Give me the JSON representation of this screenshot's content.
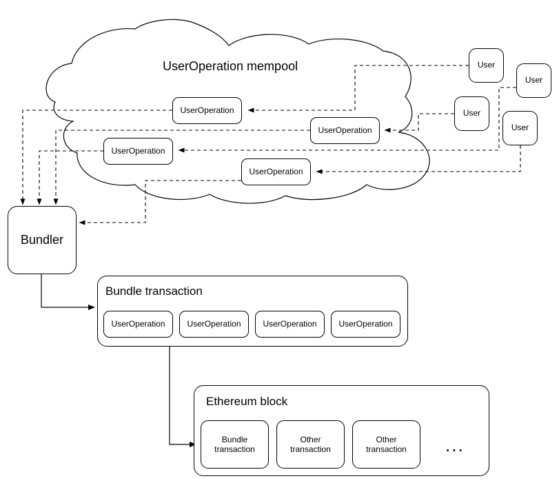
{
  "diagram": {
    "title": "UserOperation mempool",
    "mempool": {
      "label": "UserOperation mempool",
      "operations": [
        {
          "label": "UserOperation"
        },
        {
          "label": "UserOperation"
        },
        {
          "label": "UserOperation"
        },
        {
          "label": "UserOperation"
        }
      ]
    },
    "users": [
      {
        "label": "User"
      },
      {
        "label": "User"
      },
      {
        "label": "User"
      },
      {
        "label": "User"
      }
    ],
    "bundler": {
      "label": "Bundler"
    },
    "bundle_transaction": {
      "title": "Bundle transaction",
      "operations": [
        {
          "label": "UserOperation"
        },
        {
          "label": "UserOperation"
        },
        {
          "label": "UserOperation"
        },
        {
          "label": "UserOperation"
        }
      ]
    },
    "ethereum_block": {
      "title": "Ethereum block",
      "transactions": [
        {
          "label": "Bundle\ntransaction",
          "line1": "Bundle",
          "line2": "transaction"
        },
        {
          "label": "Other\ntransaction",
          "line1": "Other",
          "line2": "transaction"
        },
        {
          "label": "Other\ntransaction",
          "line1": "Other",
          "line2": "transaction"
        }
      ],
      "more_indicator": "..."
    },
    "colors": {
      "stroke": "#000000",
      "fill": "#ffffff",
      "text": "#000000"
    }
  }
}
